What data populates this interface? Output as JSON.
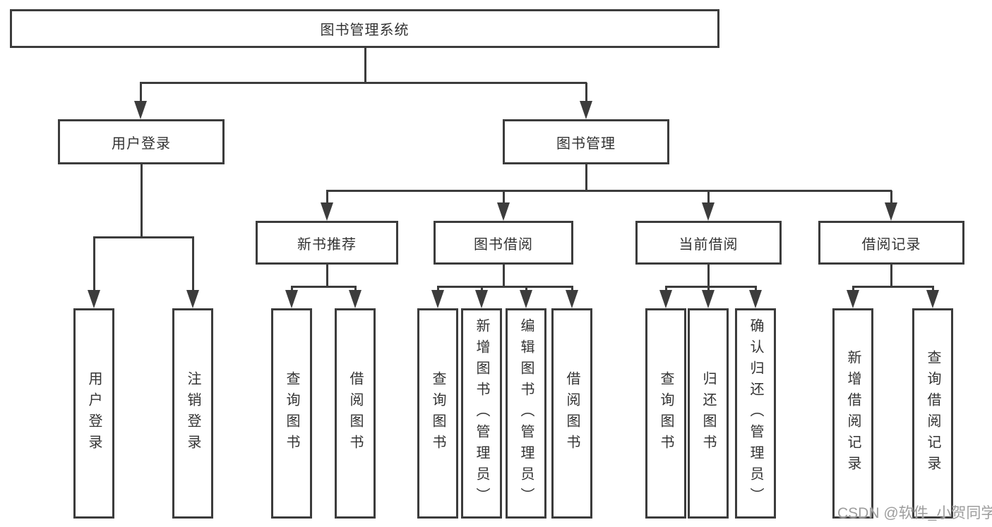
{
  "tree": {
    "root": {
      "label": "图书管理系统"
    },
    "user_login_branch": {
      "label": "用户登录",
      "children": [
        {
          "label": "用户登录"
        },
        {
          "label": "注销登录"
        }
      ]
    },
    "book_mgmt_branch": {
      "label": "图书管理",
      "modules": [
        {
          "label": "新书推荐",
          "children": [
            {
              "label": "查询图书"
            },
            {
              "label": "借阅图书"
            }
          ]
        },
        {
          "label": "图书借阅",
          "children": [
            {
              "label": "查询图书"
            },
            {
              "label": "新增图书（管理员）"
            },
            {
              "label": "编辑图书（管理员）"
            },
            {
              "label": "借阅图书"
            }
          ]
        },
        {
          "label": "当前借阅",
          "children": [
            {
              "label": "查询图书"
            },
            {
              "label": "归还图书"
            },
            {
              "label": "确认归还（管理员）"
            }
          ]
        },
        {
          "label": "借阅记录",
          "children": [
            {
              "label": "新增借阅记录"
            },
            {
              "label": "查询借阅记录"
            }
          ]
        }
      ]
    }
  },
  "watermark": "CSDN @软件_小贺同学",
  "colors": {
    "line": "#3c3c3c",
    "text": "#333333",
    "background": "#ffffff",
    "watermark": "#9d9d9d"
  }
}
